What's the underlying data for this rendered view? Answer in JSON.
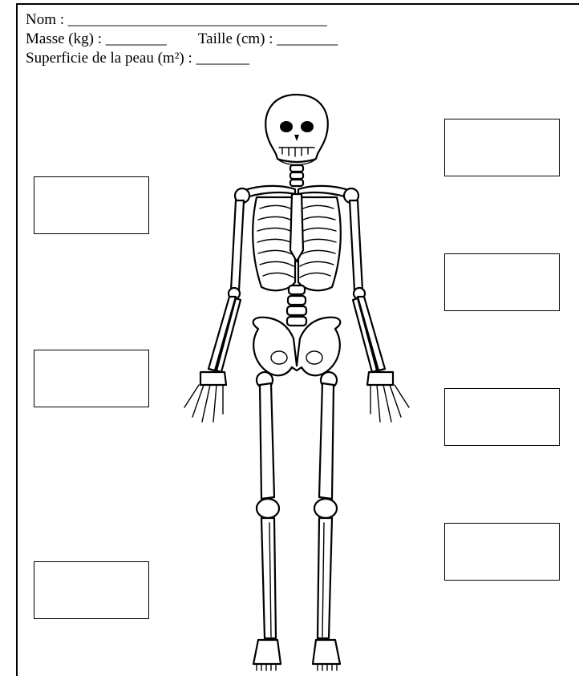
{
  "form": {
    "name_label": "Nom :",
    "name_blank": "__________________________________",
    "mass_label": "Masse (kg) :",
    "mass_blank": "________",
    "height_label": "Taille (cm) :",
    "height_blank": "________",
    "skin_label": "Superficie de la peau (m²) :",
    "skin_blank": "_______"
  },
  "illustration": {
    "icon": "human-skeleton-icon"
  }
}
